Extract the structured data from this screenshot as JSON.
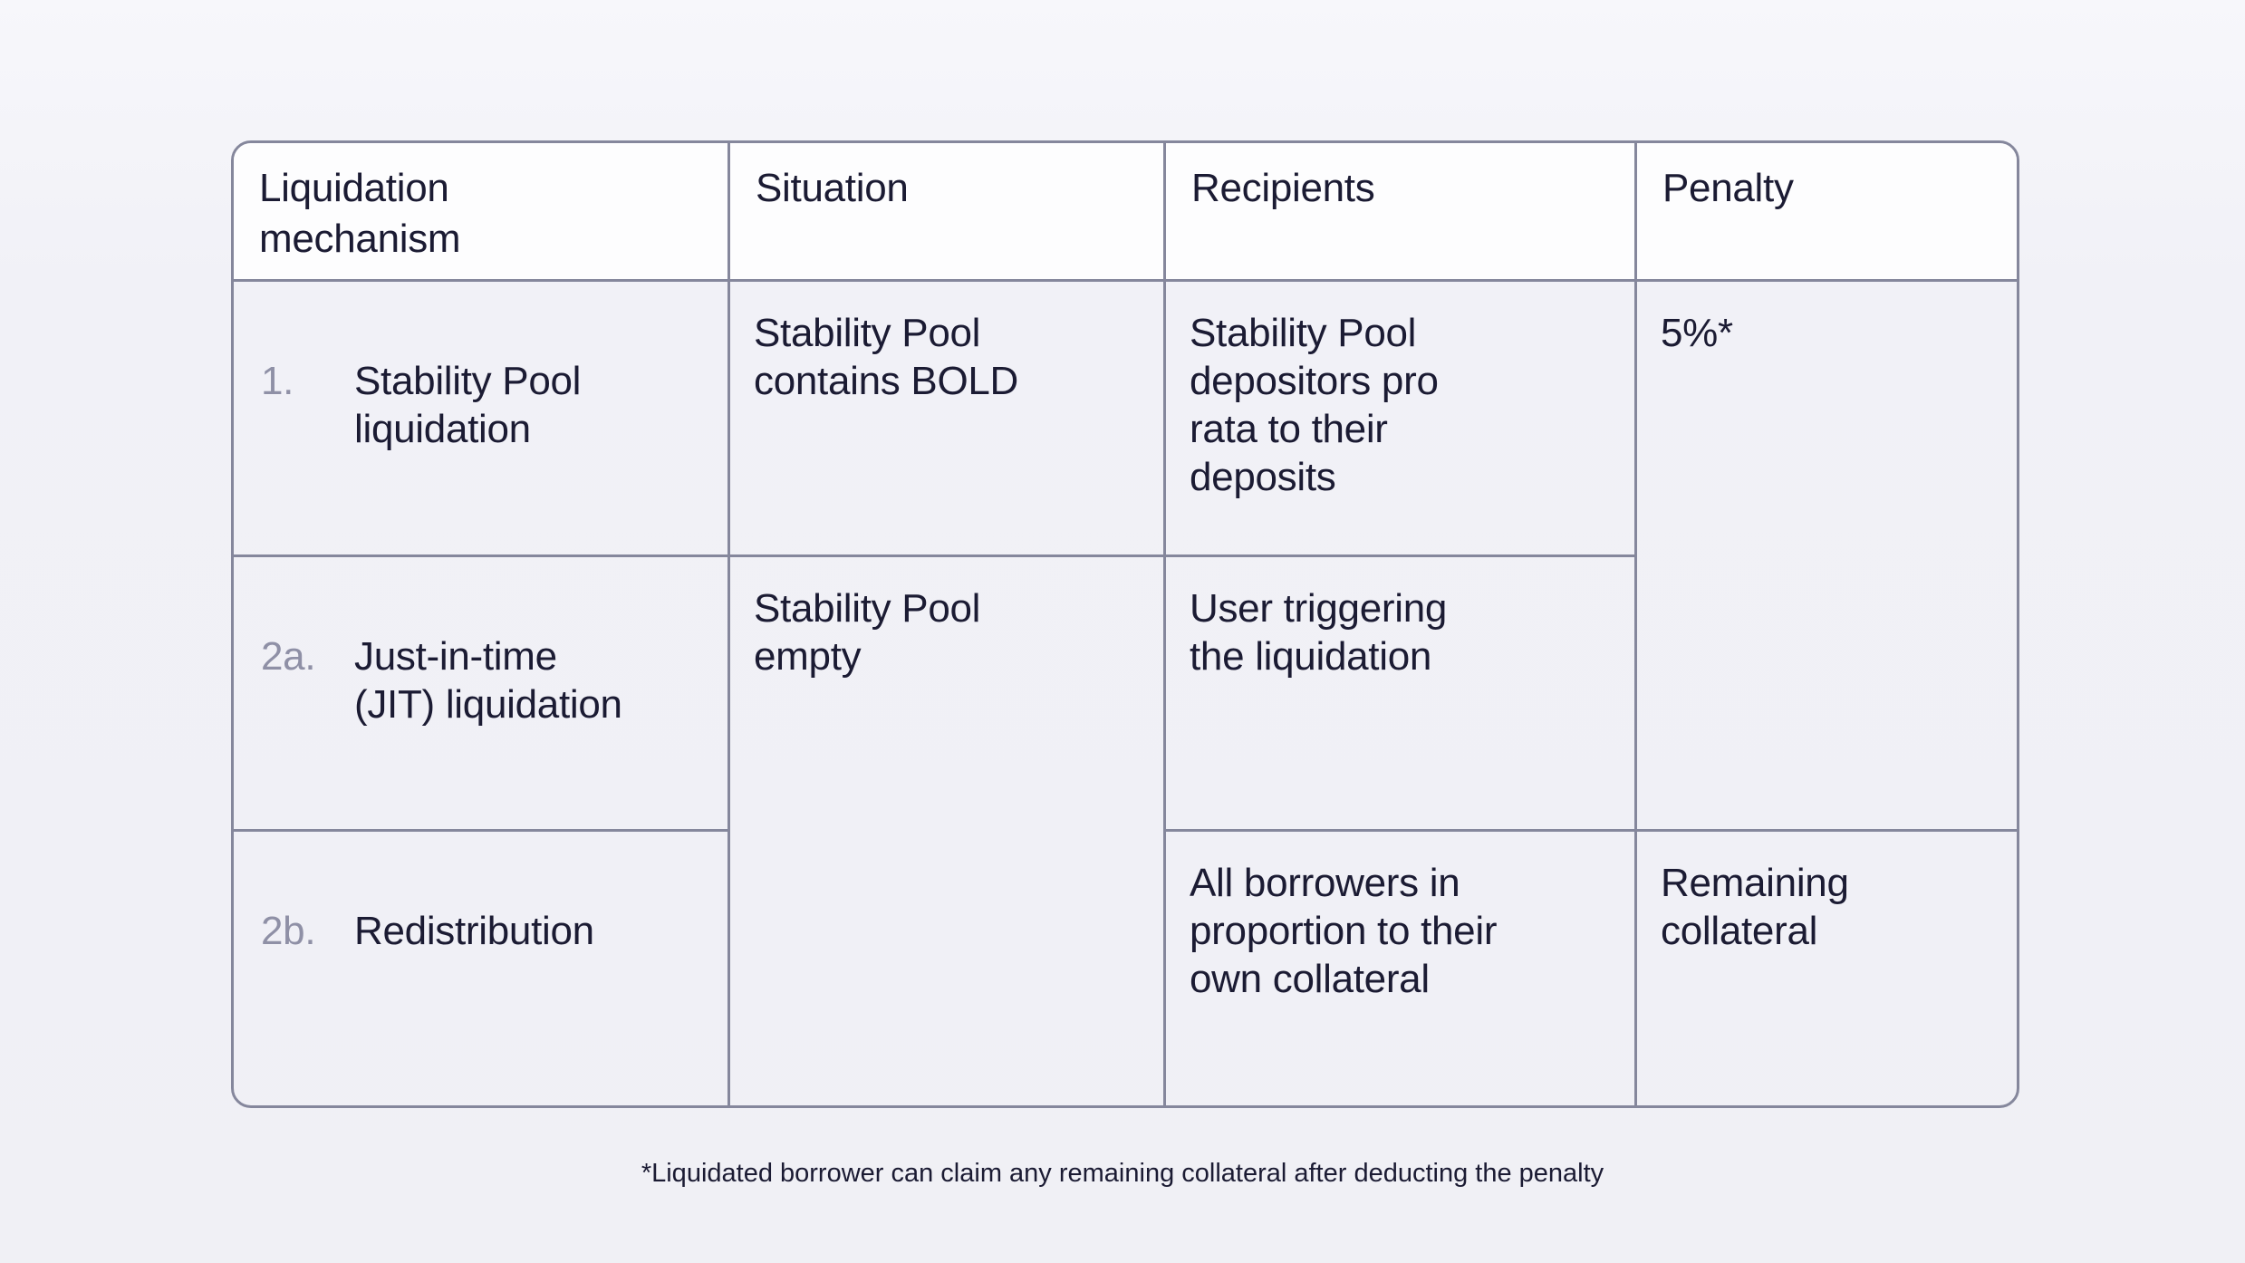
{
  "table": {
    "headers": [
      "Liquidation\nmechanism",
      "Situation",
      "Recipients",
      "Penalty"
    ],
    "rows": [
      {
        "number": "1.",
        "mechanism": "Stability Pool\nliquidation",
        "situation": "Stability Pool\ncontains BOLD",
        "recipients": "Stability Pool\ndepositors pro\nrata to their\ndeposits",
        "penalty": "5%*",
        "penalty_rowspan": 2
      },
      {
        "number": "2a.",
        "mechanism": "Just-in-time\n(JIT) liquidation",
        "situation": "Stability Pool\nempty",
        "situation_rowspan": 2,
        "recipients": "User triggering\nthe liquidation"
      },
      {
        "number": "2b.",
        "mechanism": "Redistribution",
        "recipients": "All borrowers in\nproportion to their\nown collateral",
        "penalty": "Remaining\ncollateral"
      }
    ]
  },
  "footnote": "*Liquidated borrower can claim any remaining collateral after deducting the penalty",
  "colors": {
    "page_background": "#f1f1f7",
    "header_background": "#fdfdfe",
    "border": "#85879c",
    "text": "#1b1b33",
    "row_number_muted": "#8f90a6"
  }
}
